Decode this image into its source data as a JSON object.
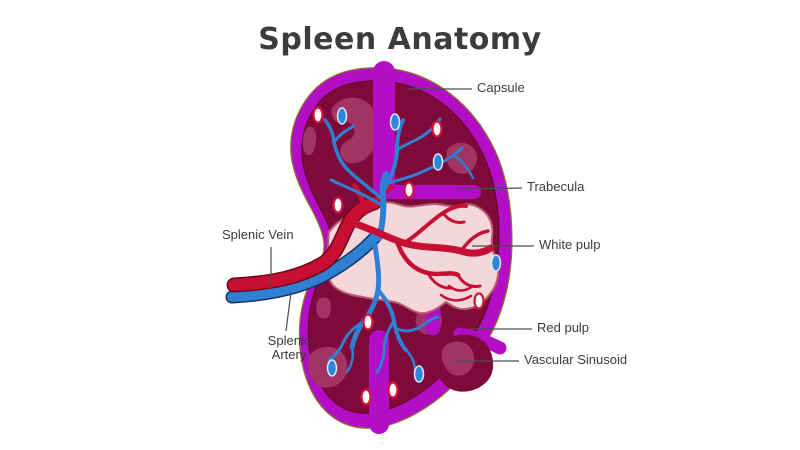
{
  "title": "Spleen Anatomy",
  "labels": {
    "capsule": "Capsule",
    "trabecula": "Trabecula",
    "white_pulp": "White pulp",
    "red_pulp": "Red pulp",
    "vascular_sinusoid": "Vascular Sinusoid",
    "splenic_vein": "Splenic Vein",
    "splenic_artery": {
      "line1": "Splenic",
      "line2": "Artery"
    }
  },
  "colors": {
    "background": "#ffffff",
    "capsule": "#b40dc6",
    "capsule_edge": "#8a7a2a",
    "red_pulp": "#7d0a38",
    "red_pulp_edge": "#5e0628",
    "lobule_highlight": "#a23463",
    "white_pulp": "#f4d7da",
    "white_pulp_edge": "#bb5a6e",
    "vein_red": "#c60f32",
    "vein_red_edge": "#6f051f",
    "artery_blue": "#2f7fd2",
    "artery_blue_edge": "#1a3260",
    "sinusoid_ring_red": "#d5123a",
    "sinusoid_fill_white": "#ffffff",
    "sinusoid_blue": "#2e86d6",
    "sinusoid_blue_edge": "#dce8f8",
    "leader_line": "#4d4d4d",
    "label_text": "#3a3a3a",
    "title_text": "#3c3c3c"
  }
}
